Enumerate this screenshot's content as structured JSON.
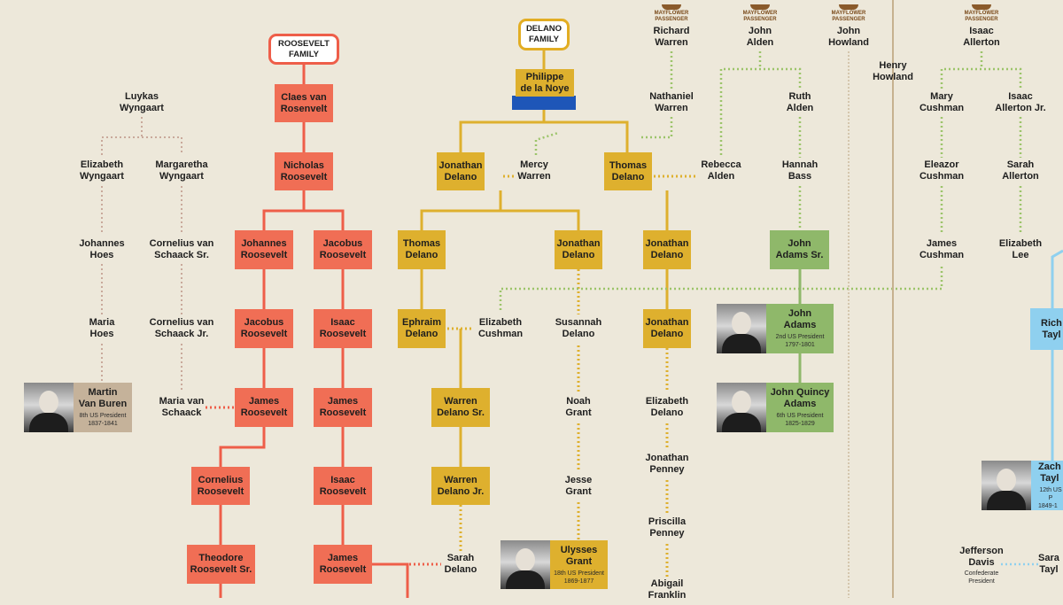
{
  "families": {
    "roosevelt": "ROOSEVELT\nFAMILY",
    "delano": "DELANO\nFAMILY"
  },
  "mayflower_badge": "MAYFLOWER\nPASSENGER",
  "people": {
    "luykas": "Luykas\nWyngaart",
    "elizabeth_w": "Elizabeth\nWyngaart",
    "margaretha": "Margaretha\nWyngaart",
    "johannes_hoes": "Johannes\nHoes",
    "cornelius_sr": "Cornelius van\nSchaack Sr.",
    "maria_hoes": "Maria\nHoes",
    "cornelius_jr": "Cornelius van\nSchaack Jr.",
    "maria_vs": "Maria van\nSchaack",
    "claes": "Claes van\nRosenvelt",
    "nicholas": "Nicholas\nRoosevelt",
    "johannes_r": "Johannes\nRoosevelt",
    "jacobus_r1": "Jacobus\nRoosevelt",
    "jacobus_r2": "Jacobus\nRoosevelt",
    "isaac_r1": "Isaac\nRoosevelt",
    "james_r1": "James\nRoosevelt",
    "james_r2": "James\nRoosevelt",
    "cornelius_r": "Cornelius\nRoosevelt",
    "isaac_r2": "Isaac\nRoosevelt",
    "theodore_sr": "Theodore\nRoosevelt Sr.",
    "james_r3": "James\nRoosevelt",
    "philippe": "Philippe\nde la Noye",
    "jonathan_d1": "Jonathan\nDelano",
    "mercy_warren": "Mercy\nWarren",
    "thomas_d1": "Thomas\nDelano",
    "rebecca_alden": "Rebecca\nAlden",
    "thomas_d2": "Thomas\nDelano",
    "jonathan_d2": "Jonathan\nDelano",
    "jonathan_d3": "Jonathan\nDelano",
    "jonathan_d4": "Jonathan\nDelano",
    "ephraim": "Ephraim\nDelano",
    "elizabeth_cushman": "Elizabeth\nCushman",
    "susannah": "Susannah\nDelano",
    "warren_sr": "Warren\nDelano Sr.",
    "noah_grant": "Noah\nGrant",
    "elizabeth_delano": "Elizabeth\nDelano",
    "warren_jr": "Warren\nDelano Jr.",
    "jesse_grant": "Jesse\nGrant",
    "jonathan_penney": "Jonathan\nPenney",
    "priscilla_penney": "Priscilla\nPenney",
    "sarah_delano": "Sarah\nDelano",
    "abigail_franklin": "Abigail\nFranklin",
    "richard_warren": "Richard\nWarren",
    "nathaniel_warren": "Nathaniel\nWarren",
    "john_alden": "John\nAlden",
    "ruth_alden": "Ruth\nAlden",
    "hannah_bass": "Hannah\nBass",
    "john_adams_sr": "John\nAdams Sr.",
    "john_howland": "John\nHowland",
    "henry_howland": "Henry\nHowland",
    "isaac_allerton": "Isaac\nAllerton",
    "mary_cushman": "Mary\nCushman",
    "isaac_allerton_jr": "Isaac\nAllerton Jr.",
    "eleazor_cushman": "Eleazor\nCushman",
    "sarah_allerton": "Sarah\nAllerton",
    "james_cushman": "James\nCushman",
    "elizabeth_lee": "Elizabeth\nLee",
    "rich_partial": "Rich\nTayl",
    "jefferson_davis": "Jefferson\nDavis",
    "jefferson_davis_caption": "Confederate\nPresident",
    "sara_partial": "Sara\nTayl"
  },
  "presidents": {
    "van_buren": {
      "name": "Martin\nVan Buren",
      "title": "8th US President",
      "years": "1837-1841"
    },
    "john_adams": {
      "name": "John\nAdams",
      "title": "2nd US President",
      "years": "1797-1801"
    },
    "jq_adams": {
      "name": "John Quincy\nAdams",
      "title": "6th US President",
      "years": "1825-1829"
    },
    "grant": {
      "name": "Ulysses\nGrant",
      "title": "18th US President",
      "years": "1869-1877"
    },
    "taylor": {
      "name": "Zach\nTayl",
      "title": "12th US P",
      "years": "1849-1"
    }
  },
  "colors": {
    "roosevelt": "#f06e55",
    "delano": "#deb02e",
    "adams": "#8fb86a",
    "taylor": "#8fd0ef",
    "van_buren": "#c5b29a",
    "in_law_dots": "#c9a99b",
    "mayflower_line": "#9cc46a"
  }
}
